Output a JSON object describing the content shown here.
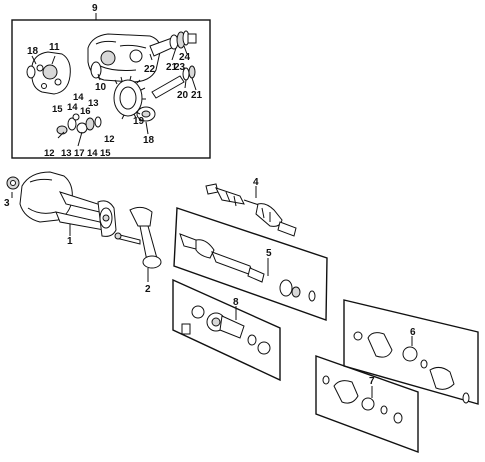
{
  "callouts": {
    "c1": "1",
    "c2": "2",
    "c3": "3",
    "c4": "4",
    "c5": "5",
    "c6": "6",
    "c7": "7",
    "c8": "8",
    "c9": "9",
    "c10": "10",
    "c11": "11",
    "c12a": "12",
    "c12b": "12",
    "c13a": "13",
    "c13b": "13",
    "c14a": "14",
    "c14b": "14",
    "c15a": "15",
    "c15b": "15",
    "c16": "16",
    "c17": "17",
    "c18a": "18",
    "c18b": "18",
    "c19": "19",
    "c20": "20",
    "c21a": "21",
    "c21b": "21",
    "c22": "22",
    "c23": "23",
    "c24": "24"
  }
}
